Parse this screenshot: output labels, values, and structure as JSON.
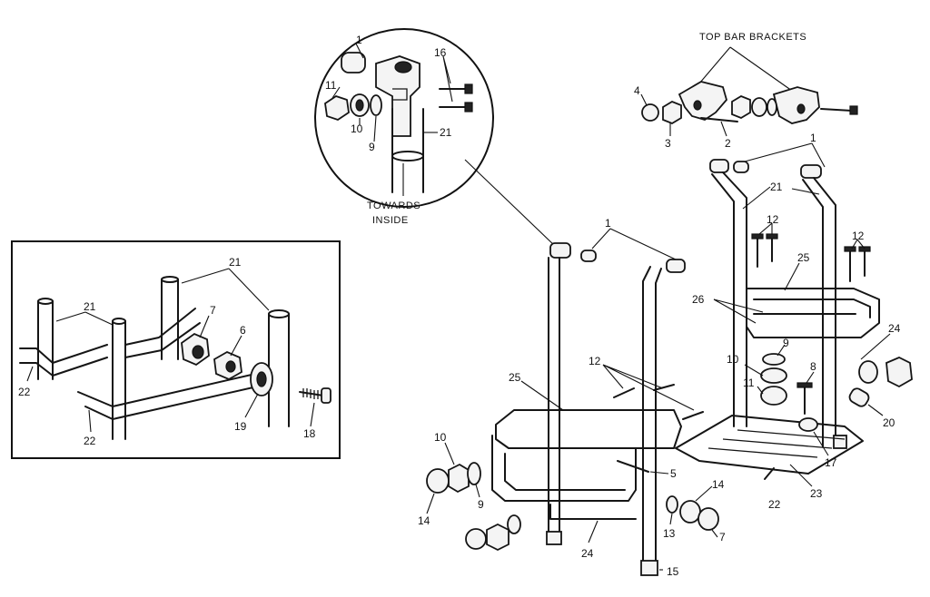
{
  "diagram": {
    "header_label": "TOP BAR BRACKETS",
    "callout_label_line1": "TOWARDS",
    "callout_label_line2": "INSIDE",
    "parts": {
      "p1": "1",
      "p2": "2",
      "p3": "3",
      "p4": "4",
      "p5": "5",
      "p6": "6",
      "p7": "7",
      "p8": "8",
      "p9": "9",
      "p10": "10",
      "p11": "11",
      "p12": "12",
      "p13": "13",
      "p14": "14",
      "p15": "15",
      "p16": "16",
      "p17": "17",
      "p18": "18",
      "p19": "19",
      "p20": "20",
      "p21": "21",
      "p22": "22",
      "p23": "23",
      "p24": "24",
      "p25": "25",
      "p26": "26"
    }
  }
}
